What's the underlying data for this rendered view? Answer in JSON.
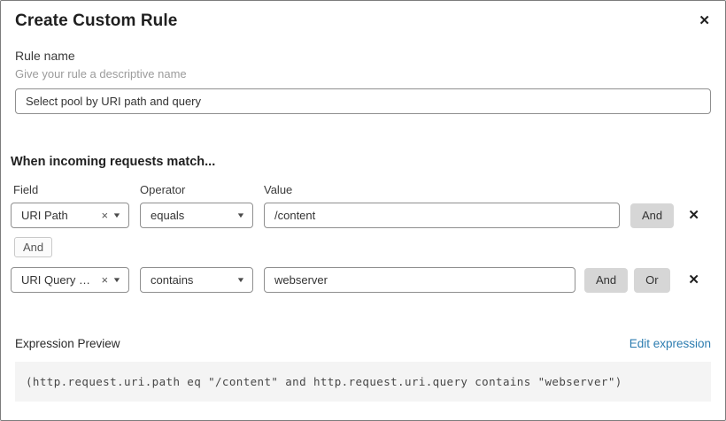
{
  "modal": {
    "title": "Create Custom Rule",
    "close_icon": "✕"
  },
  "rule_name": {
    "label": "Rule name",
    "helper": "Give your rule a descriptive name",
    "value": "Select pool by URI path and query"
  },
  "match": {
    "heading": "When incoming requests match...",
    "column_headers": {
      "field": "Field",
      "operator": "Operator",
      "value": "Value"
    },
    "rows": [
      {
        "field": "URI Path",
        "operator": "equals",
        "value": "/content",
        "and_label": "And"
      },
      {
        "field": "URI Query St...",
        "operator": "contains",
        "value": "webserver",
        "and_label": "And",
        "or_label": "Or"
      }
    ],
    "connector_label": "And",
    "clear_icon": "×",
    "remove_icon": "✕",
    "chevron_icon": "▼"
  },
  "expression": {
    "label": "Expression Preview",
    "edit_link": "Edit expression",
    "code": "(http.request.uri.path eq \"/content\" and http.request.uri.query contains \"webserver\")"
  },
  "colors": {
    "link": "#2c7cb0",
    "button_gray": "#d6d6d6"
  }
}
